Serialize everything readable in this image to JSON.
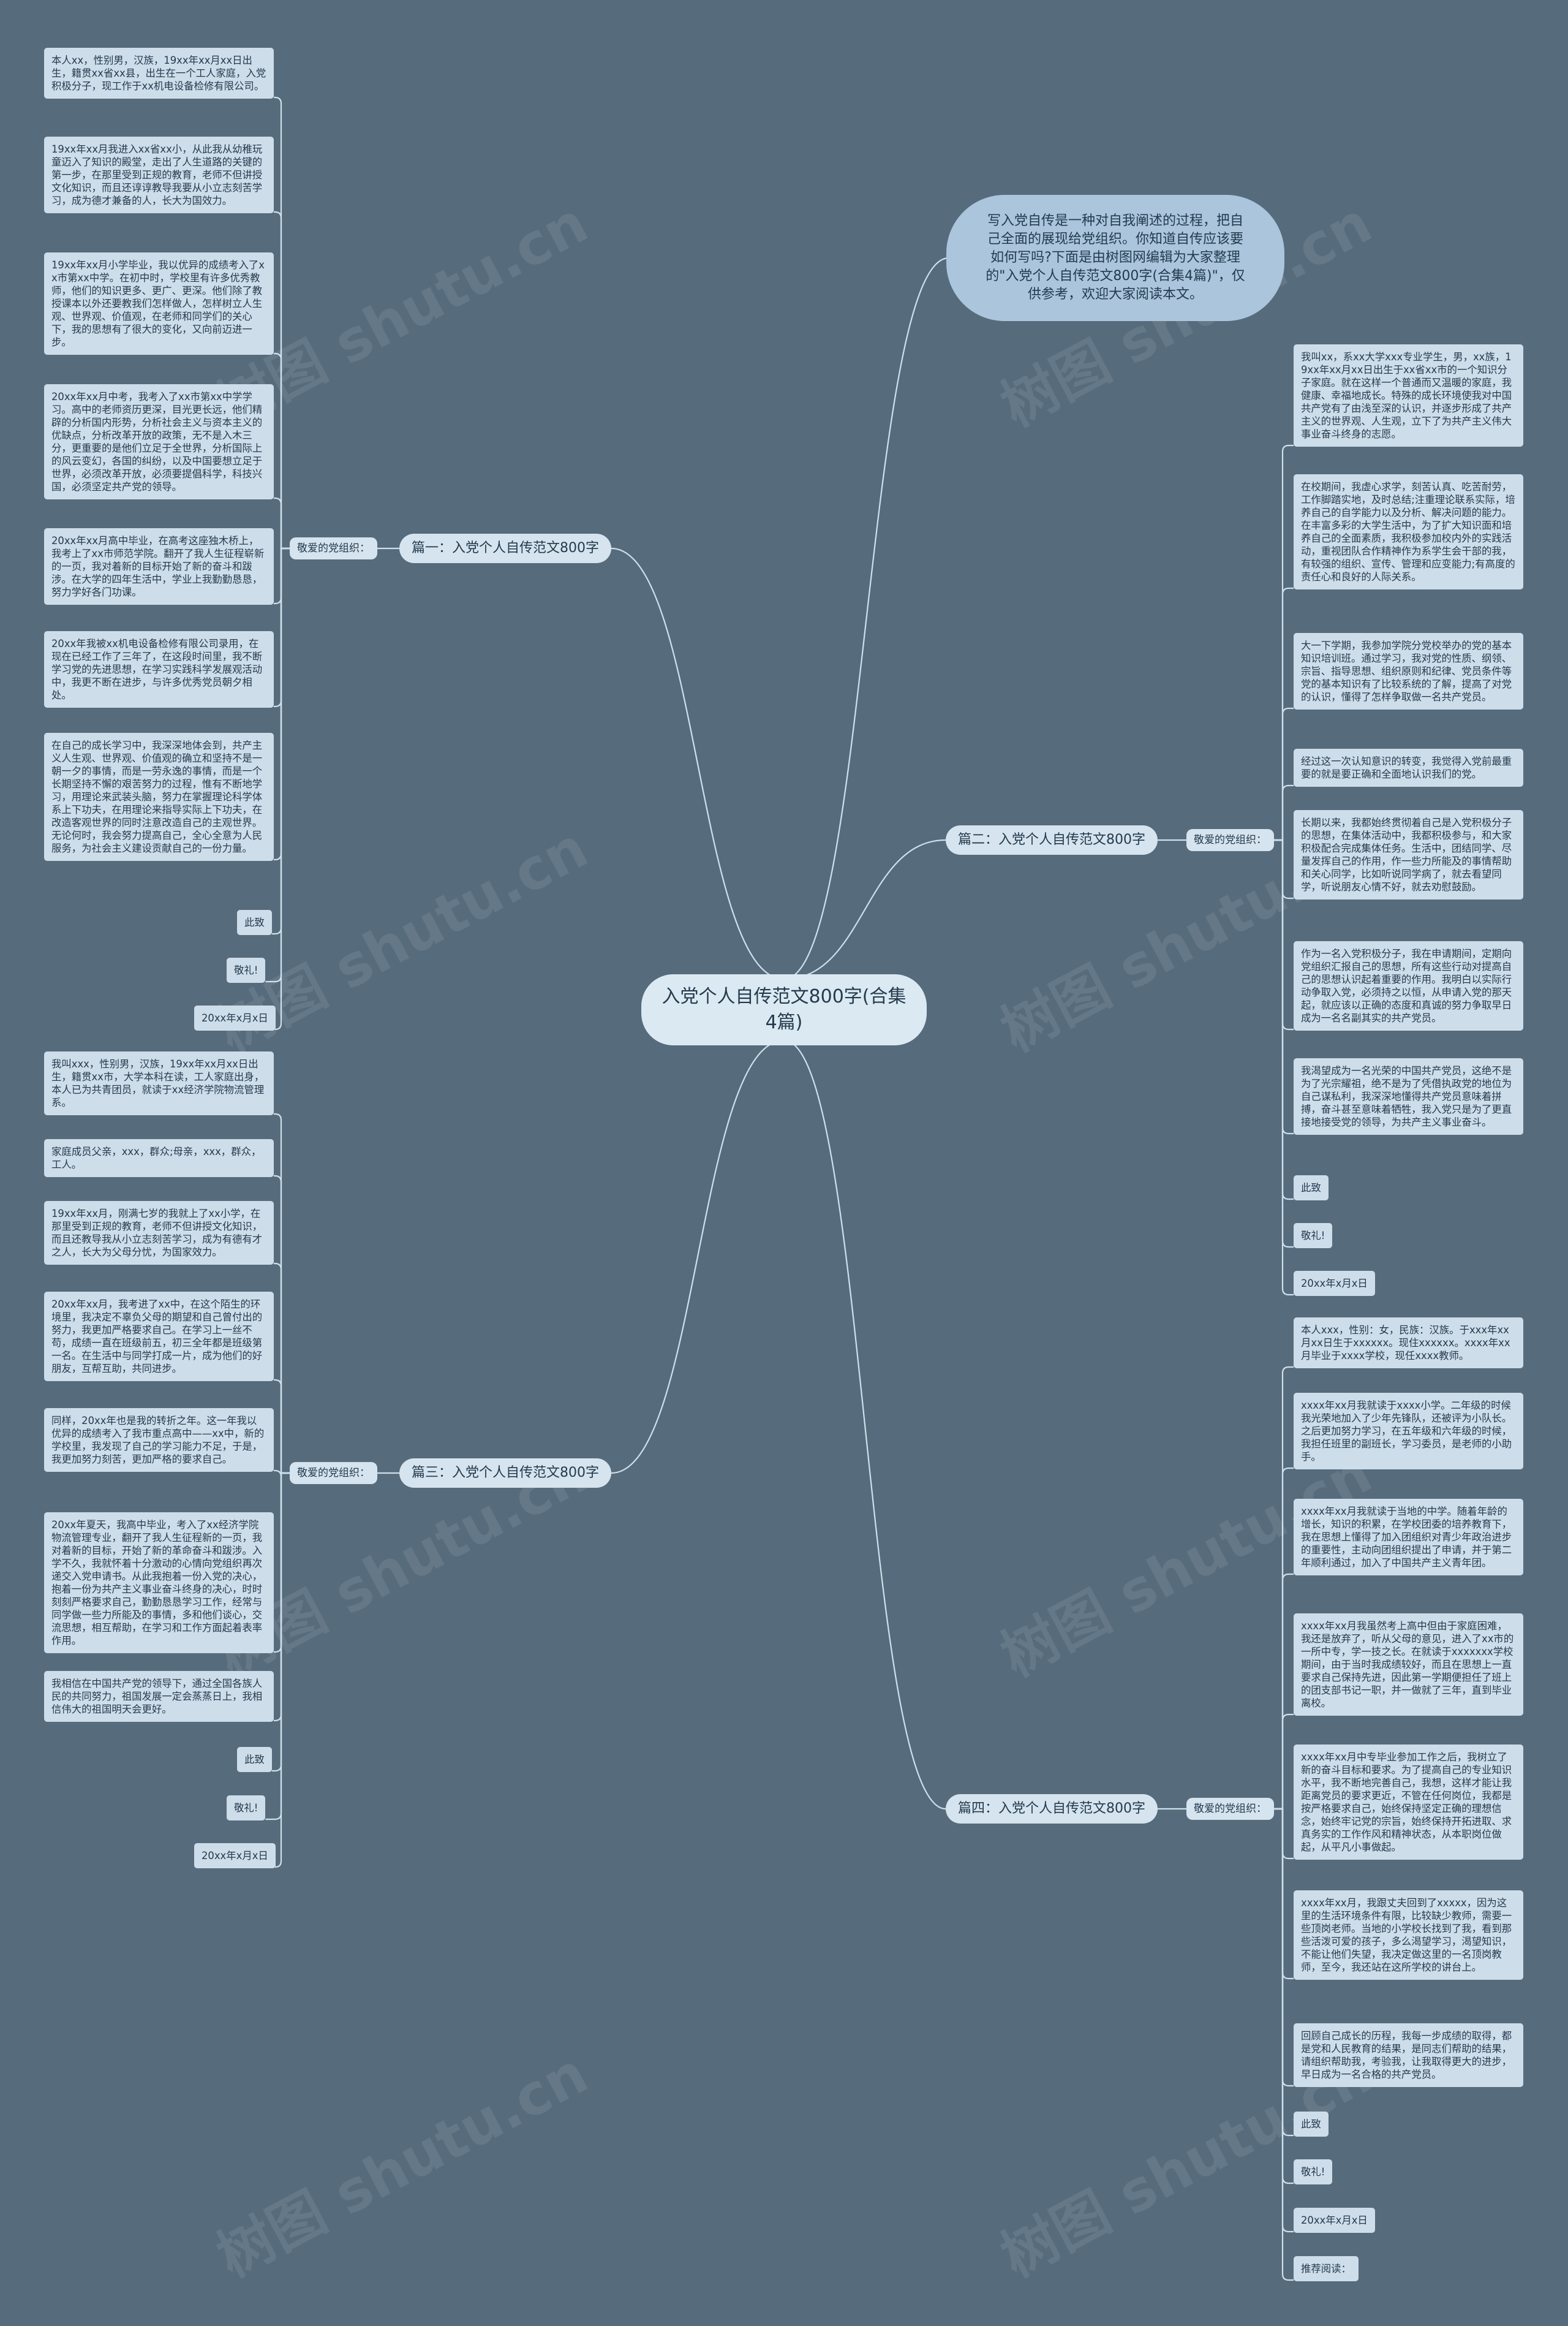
{
  "center": "入党个人自传范文800字(合集4篇)",
  "intro": "写入党自传是一种对自我阐述的过程，把自己全面的展现给党组织。你知道自传应该要如何写吗?下面是由树图网编辑为大家整理的\"入党个人自传范文800字(合集4篇)\"，仅供参考，欢迎大家阅读本文。",
  "watermark": "树图 shutu.cn",
  "branches": [
    {
      "title": "篇一：入党个人自传范文800字",
      "sub": "敬爱的党组织：",
      "leaves": [
        "本人xx，性别男，汉族，19xx年xx月xx日出生，籍贯xx省xx县，出生在一个工人家庭，入党积极分子，现工作于xx机电设备检修有限公司。",
        "19xx年xx月我进入xx省xx小，从此我从幼稚玩童迈入了知识的殿堂，走出了人生道路的关键的第一步，在那里受到正规的教育，老师不但讲授文化知识，而且还谆谆教导我要从小立志刻苦学习，成为德才兼备的人，长大为国效力。",
        "19xx年xx月小学毕业，我以优异的成绩考入了xx市第xx中学。在初中时，学校里有许多优秀教师，他们的知识更多、更广、更深。他们除了教授课本以外还要教我们怎样做人，怎样树立人生观、世界观、价值观，在老师和同学们的关心下，我的思想有了很大的变化，又向前迈进一步。",
        "20xx年xx月中考，我考入了xx市第xx中学学习。高中的老师资历更深，目光更长远，他们精辟的分析国内形势，分析社会主义与资本主义的优缺点，分析改革开放的政策，无不是入木三分，更重要的是他们立足于全世界，分析国际上的风云变幻，各国的纠纷，以及中国要想立足于世界，必须改革开放，必须要提倡科学，科技兴国，必须坚定共产党的领导。",
        "20xx年xx月高中毕业，在高考这座独木桥上，我考上了xx市师范学院。翻开了我人生征程崭新的一页，我对着新的目标开始了新的奋斗和跋涉。在大学的四年生活中，学业上我勤勤恳恳，努力学好各门功课。",
        "20xx年我被xx机电设备检修有限公司录用，在现在已经工作了三年了，在这段时间里，我不断学习党的先进思想，在学习实践科学发展观活动中，我更不断在进步，与许多优秀党员朝夕相处。",
        "在自己的成长学习中，我深深地体会到，共产主义人生观、世界观、价值观的确立和坚持不是一朝一夕的事情，而是一劳永逸的事情，而是一个长期坚持不懈的艰苦努力的过程，惟有不断地学习，用理论来武装头脑，努力在掌握理论科学体系上下功夫，在用理论来指导实际上下功夫，在改造客观世界的同时注意改造自己的主观世界。无论何时，我会努力提高自己，全心全意为人民服务，为社会主义建设贡献自己的一份力量。",
        "此致",
        "敬礼!",
        "20xx年x月x日"
      ]
    },
    {
      "title": "篇二：入党个人自传范文800字",
      "sub": "敬爱的党组织：",
      "leaves": [
        "我叫xx，系xx大学xxx专业学生，男，xx族，19xx年xx月xx日出生于xx省xx市的一个知识分子家庭。就在这样一个普通而又温暖的家庭，我健康、幸福地成长。特殊的成长环境使我对中国共产党有了由浅至深的认识，并逐步形成了共产主义的世界观、人生观，立下了为共产主义伟大事业奋斗终身的志愿。",
        "在校期间，我虚心求学，刻苦认真、吃苦耐劳，工作脚踏实地，及时总结;注重理论联系实际，培养自己的自学能力以及分析、解决问题的能力。在丰富多彩的大学生活中，为了扩大知识面和培养自己的全面素质，我积极参加校内外的实践活动，重视团队合作精神作为系学生会干部的我，有较强的组织、宣传、管理和应变能力;有高度的责任心和良好的人际关系。",
        "大一下学期，我参加学院分党校举办的党的基本知识培训班。通过学习，我对党的性质、纲领、宗旨、指导思想、组织原则和纪律、党员条件等党的基本知识有了比较系统的了解，提高了对党的认识，懂得了怎样争取做一名共产党员。",
        "经过这一次认知意识的转变，我觉得入党前最重要的就是要正确和全面地认识我们的党。",
        "长期以来，我都始终贯彻着自己是入党积极分子的思想，在集体活动中，我都积极参与，和大家积极配合完成集体任务。生活中，团结同学、尽量发挥自己的作用，作一些力所能及的事情帮助和关心同学，比如听说同学病了，就去看望同学，听说朋友心情不好，就去劝慰鼓励。",
        "作为一名入党积极分子，我在申请期间，定期向党组织汇报自己的思想，所有这些行动对提高自己的思想认识起着重要的作用。我明白以实际行动争取入党，必须持之以恒，从申请入党的那天起，就应该以正确的态度和真诚的努力争取早日成为一名名副其实的共产党员。",
        "我渴望成为一名光荣的中国共产党员，这绝不是为了光宗耀祖，绝不是为了凭借执政党的地位为自己谋私利，我深深地懂得共产党员意味着拼搏，奋斗甚至意味着牺牲，我入党只是为了更直接地接受党的领导，为共产主义事业奋斗。",
        "此致",
        "敬礼!",
        "20xx年x月x日"
      ]
    },
    {
      "title": "篇三：入党个人自传范文800字",
      "sub": "敬爱的党组织：",
      "leaves": [
        "我叫xxx，性别男，汉族，19xx年xx月xx日出生，籍贯xx市，大学本科在读，工人家庭出身，本人已为共青团员，就读于xx经济学院物流管理系。",
        "家庭成员父亲，xxx，群众;母亲，xxx，群众，工人。",
        "19xx年xx月，刚满七岁的我就上了xx小学，在那里受到正规的教育，老师不但讲授文化知识，而且还教导我从小立志刻苦学习，成为有德有才之人，长大为父母分忧，为国家效力。",
        "20xx年xx月，我考进了xx中，在这个陌生的环境里，我决定不辜负父母的期望和自己曾付出的努力，我更加严格要求自己。在学习上一丝不苟，成绩一直在班级前五，初三全年都是班级第一名。在生活中与同学打成一片，成为他们的好朋友，互帮互助，共同进步。",
        "同样，20xx年也是我的转折之年。这一年我以优异的成绩考入了我市重点高中——xx中，新的学校里，我发现了自己的学习能力不足，于是，我更加努力刻苦，更加严格的要求自己。",
        "20xx年夏天，我高中毕业，考入了xx经济学院物流管理专业，翻开了我人生征程新的一页，我对着新的目标，开始了新的革命奋斗和跋涉。入学不久，我就怀着十分激动的心情向党组织再次递交入党申请书。从此我抱着一份入党的决心，抱着一份为共产主义事业奋斗终身的决心，时时刻刻严格要求自己，勤勤恳恳学习工作，经常与同学做一些力所能及的事情，多和他们谈心，交流思想，相互帮助，在学习和工作方面起着表率作用。",
        "我相信在中国共产党的领导下，通过全国各族人民的共同努力，祖国发展一定会蒸蒸日上，我相信伟大的祖国明天会更好。",
        "此致",
        "敬礼!",
        "20xx年x月x日"
      ]
    },
    {
      "title": "篇四：入党个人自传范文800字",
      "sub": "敬爱的党组织：",
      "leaves": [
        "本人xxx，性别：女，民族：汉族。于xxx年xx月xx日生于xxxxxx。现住xxxxxx。xxxx年xx月毕业于xxxx学校，现任xxxx教师。",
        "xxxx年xx月我就读于xxxx小学。二年级的时候我光荣地加入了少年先锋队，还被评为小队长。之后更加努力学习，在五年级和六年级的时候，我担任班里的副班长，学习委员，是老师的小助手。",
        "xxxx年xx月我就读于当地的中学。随着年龄的增长，知识的积累，在学校团委的培养教育下，我在思想上懂得了加入团组织对青少年政治进步的重要性，主动向团组织提出了申请，并于第二年顺利通过，加入了中国共产主义青年团。",
        "xxxx年xx月我虽然考上高中但由于家庭困难，我还是放弃了，听从父母的意见，进入了xx市的一所中专，学一技之长。在就读于xxxxxxx学校期间，由于当时我成绩较好，而且在思想上一直要求自己保持先进，因此第一学期便担任了班上的团支部书记一职，并一做就了三年，直到毕业离校。",
        "xxxx年xx月中专毕业参加工作之后，我树立了新的奋斗目标和要求。为了提高自己的专业知识水平，我不断地完善自己，我想，这样才能让我距离党员的要求更近，不管在任何岗位，我都是按严格要求自己，始终保持坚定正确的理想信念，始终牢记党的宗旨，始终保持开拓进取、求真务实的工作作风和精神状态，从本职岗位做起，从平凡小事做起。",
        "xxxx年xx月，我跟丈夫回到了xxxxx，因为这里的生活环境条件有限，比较缺少教师，需要一些顶岗老师。当地的小学校长找到了我，看到那些活泼可爱的孩子，多么渴望学习，渴望知识，不能让他们失望，我决定做这里的一名顶岗教师，至今，我还站在这所学校的讲台上。",
        "回顾自己成长的历程，我每一步成绩的取得，都是党和人民教育的结果，是同志们帮助的结果，请组织帮助我，考验我，让我取得更大的进步，早日成为一名合格的共产党员。",
        "此致",
        "敬礼!",
        "20xx年x月x日",
        "推荐阅读："
      ]
    }
  ]
}
